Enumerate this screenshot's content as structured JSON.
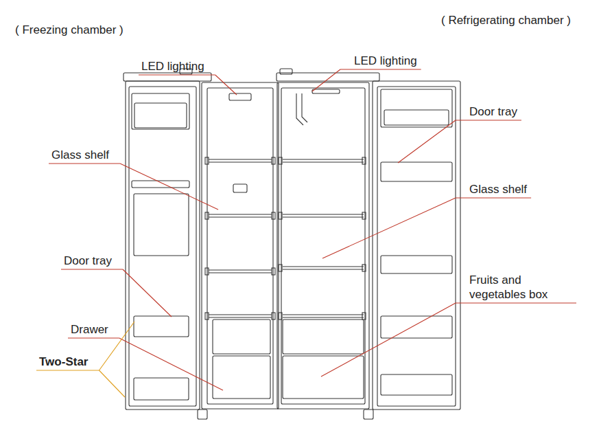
{
  "diagram": {
    "labels": [
      "( Freezing chamber )",
      "( Refrigerating chamber )",
      "LED lighting",
      "LED lighting",
      "Door tray",
      "Glass shelf",
      "Glass shelf",
      "Door tray",
      "Fruits and vegetables box",
      "Drawer",
      "Two-Star"
    ]
  }
}
